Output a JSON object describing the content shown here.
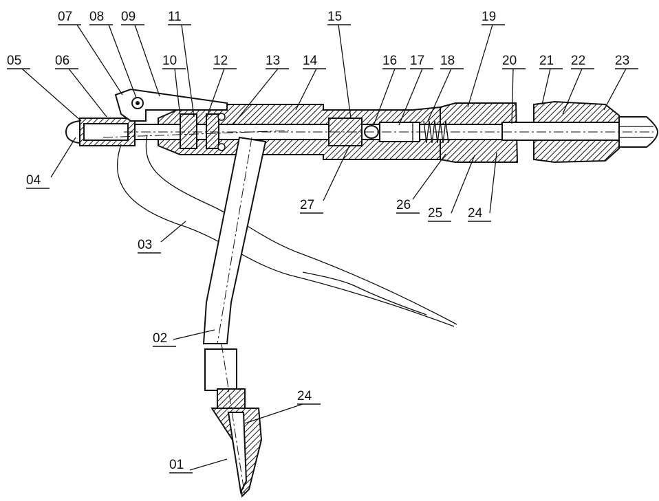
{
  "labels": [
    {
      "id": "05",
      "text": "05"
    },
    {
      "id": "06",
      "text": "06"
    },
    {
      "id": "07",
      "text": "07"
    },
    {
      "id": "08",
      "text": "08"
    },
    {
      "id": "09",
      "text": "09"
    },
    {
      "id": "11",
      "text": "11"
    },
    {
      "id": "10",
      "text": "10"
    },
    {
      "id": "12",
      "text": "12"
    },
    {
      "id": "13",
      "text": "13"
    },
    {
      "id": "14",
      "text": "14"
    },
    {
      "id": "15",
      "text": "15"
    },
    {
      "id": "16",
      "text": "16"
    },
    {
      "id": "17",
      "text": "17"
    },
    {
      "id": "18",
      "text": "18"
    },
    {
      "id": "19",
      "text": "19"
    },
    {
      "id": "20",
      "text": "20"
    },
    {
      "id": "21",
      "text": "21"
    },
    {
      "id": "22",
      "text": "22"
    },
    {
      "id": "23",
      "text": "23"
    },
    {
      "id": "04",
      "text": "04"
    },
    {
      "id": "27",
      "text": "27"
    },
    {
      "id": "26",
      "text": "26"
    },
    {
      "id": "25",
      "text": "25"
    },
    {
      "id": "24a",
      "text": "24"
    },
    {
      "id": "03",
      "text": "03"
    },
    {
      "id": "02",
      "text": "02"
    },
    {
      "id": "24b",
      "text": "24"
    },
    {
      "id": "01",
      "text": "01"
    }
  ]
}
